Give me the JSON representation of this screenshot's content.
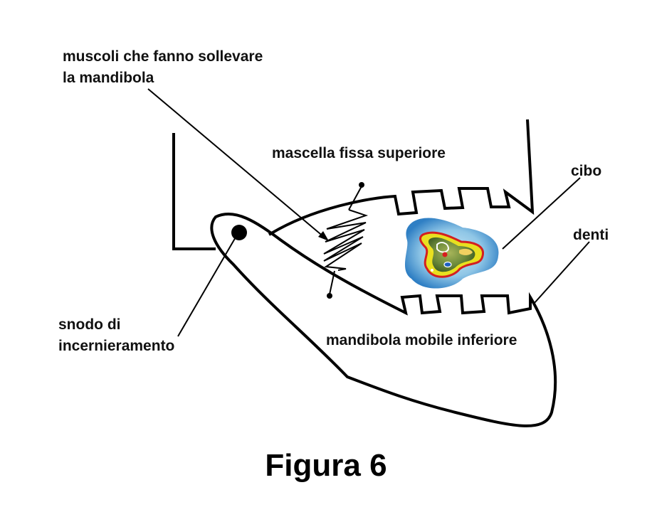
{
  "labels": {
    "muscles_line1": "muscoli che fanno sollevare",
    "muscles_line2": "la mandibola",
    "upper_jaw": "mascella fissa superiore",
    "food": "cibo",
    "teeth": "denti",
    "hinge_line1": "snodo di",
    "hinge_line2": "incernieramento",
    "lower_jaw": "mandibola mobile inferiore"
  },
  "caption": "Figura 6",
  "colors": {
    "outline": "#000000",
    "food_halo": "#2f7fc4",
    "food_halo_inner": "#8fc6e6",
    "food_ring": "#e8e020",
    "food_edge": "#d32020",
    "food_core": "#6c8a3a",
    "food_core_dark": "#3c5a22",
    "food_spot_red": "#d81e1e",
    "food_spot_blue": "#1e5fc0",
    "food_spot_yellow": "#f0d060"
  }
}
